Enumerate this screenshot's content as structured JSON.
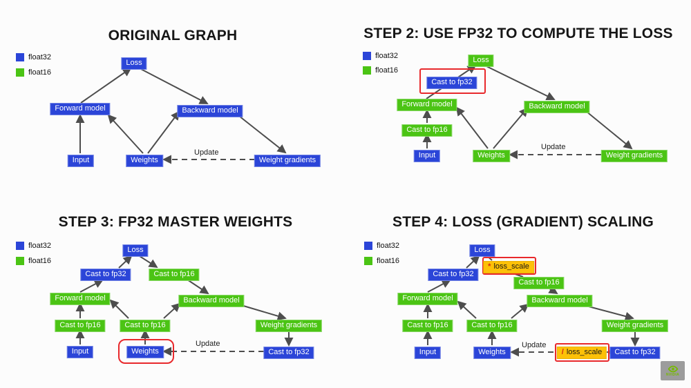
{
  "colors": {
    "float32": "#2b45d8",
    "float16": "#4bc414",
    "loss_scale": "#fdc108",
    "highlight_outline": "#e8282b",
    "arrow": "#4d4d4d",
    "title_text": "#161616",
    "nvidia_green": "#76b900"
  },
  "legend": {
    "float32": "float32",
    "float16": "float16"
  },
  "labels": {
    "update": "Update"
  },
  "logo": {
    "brand": "NVIDIA"
  },
  "panels": [
    {
      "title": "ORIGINAL GRAPH",
      "nodes": [
        {
          "label": "Loss",
          "type": "float32"
        },
        {
          "label": "Forward model",
          "type": "float32"
        },
        {
          "label": "Backward model",
          "type": "float32"
        },
        {
          "label": "Input",
          "type": "float32"
        },
        {
          "label": "Weights",
          "type": "float32"
        },
        {
          "label": "Weight gradients",
          "type": "float32"
        }
      ]
    },
    {
      "title": "STEP 2: USE FP32 TO COMPUTE THE LOSS",
      "nodes": [
        {
          "label": "Loss",
          "type": "float16"
        },
        {
          "label": "Cast to fp32",
          "type": "float32",
          "highlighted": true
        },
        {
          "label": "Forward model",
          "type": "float16"
        },
        {
          "label": "Backward model",
          "type": "float16"
        },
        {
          "label": "Cast to fp16",
          "type": "float16"
        },
        {
          "label": "Input",
          "type": "float32"
        },
        {
          "label": "Weights",
          "type": "float16"
        },
        {
          "label": "Weight gradients",
          "type": "float16"
        }
      ]
    },
    {
      "title": "STEP 3: FP32 MASTER WEIGHTS",
      "nodes": [
        {
          "label": "Loss",
          "type": "float32"
        },
        {
          "label": "Cast to fp32",
          "type": "float32"
        },
        {
          "label": "Cast to fp16",
          "type": "float16"
        },
        {
          "label": "Forward model",
          "type": "float16"
        },
        {
          "label": "Backward model",
          "type": "float16"
        },
        {
          "label": "Cast to fp16",
          "type": "float16"
        },
        {
          "label": "Cast to fp16",
          "type": "float16"
        },
        {
          "label": "Weight gradients",
          "type": "float16"
        },
        {
          "label": "Input",
          "type": "float32"
        },
        {
          "label": "Weights",
          "type": "float32",
          "highlighted": true
        },
        {
          "label": "Cast to fp32",
          "type": "float32"
        }
      ]
    },
    {
      "title": "STEP 4: LOSS (GRADIENT) SCALING",
      "nodes": [
        {
          "label": "Loss",
          "type": "float32"
        },
        {
          "prefix": "*",
          "label": "loss_scale",
          "type": "loss_scale",
          "highlighted": true
        },
        {
          "label": "Cast to fp32",
          "type": "float32"
        },
        {
          "label": "Cast to fp16",
          "type": "float16"
        },
        {
          "label": "Forward model",
          "type": "float16"
        },
        {
          "label": "Backward model",
          "type": "float16"
        },
        {
          "label": "Cast to fp16",
          "type": "float16"
        },
        {
          "label": "Cast to fp16",
          "type": "float16"
        },
        {
          "label": "Weight gradients",
          "type": "float16"
        },
        {
          "label": "Input",
          "type": "float32"
        },
        {
          "label": "Weights",
          "type": "float32"
        },
        {
          "prefix": "/",
          "label": "loss_scale",
          "type": "loss_scale",
          "highlighted": true
        },
        {
          "label": "Cast to fp32",
          "type": "float32"
        }
      ]
    }
  ]
}
